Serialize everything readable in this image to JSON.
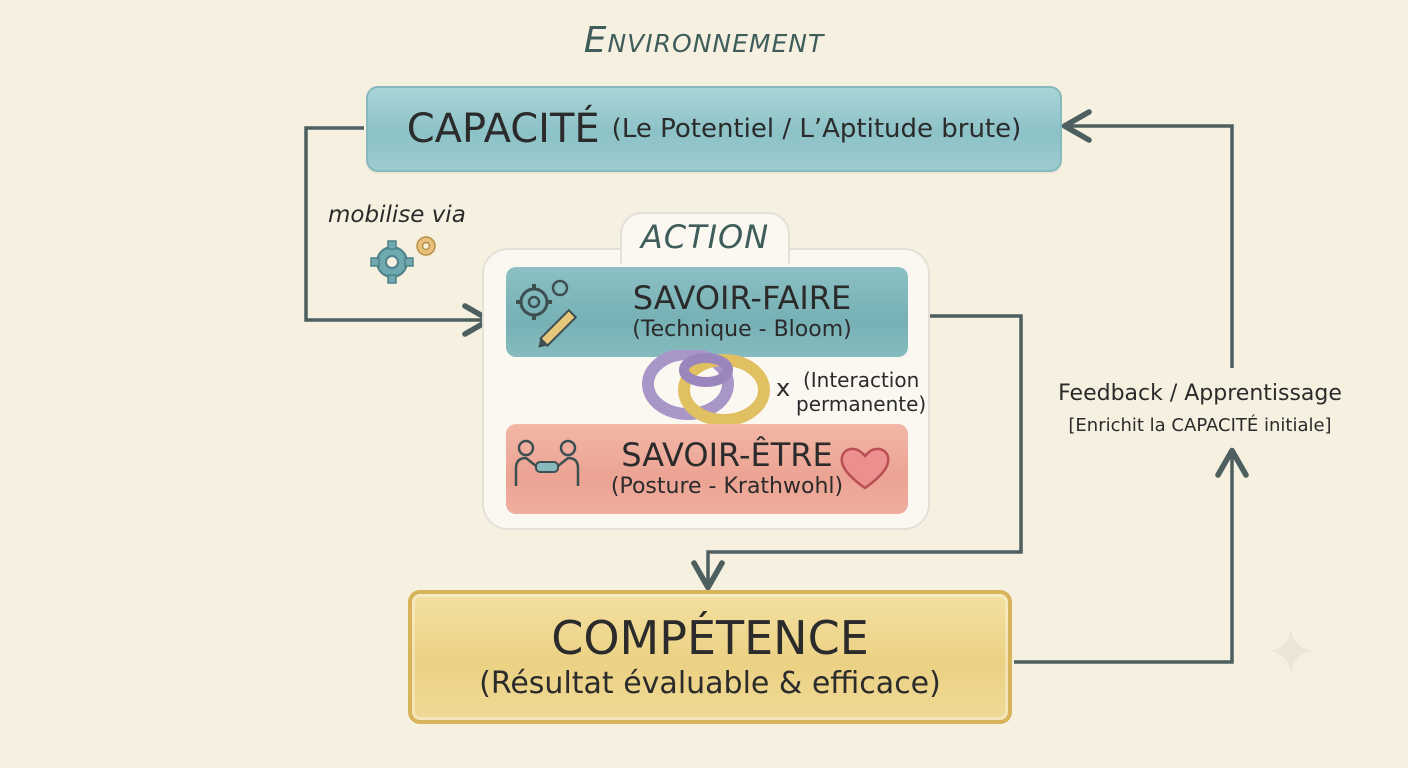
{
  "environment": {
    "title": "Environnement"
  },
  "capacite": {
    "title": "CAPACITÉ",
    "subtitle": "(Le Potentiel / L’Aptitude brute)"
  },
  "mobilise": {
    "label": "mobilise via",
    "icon": "gears-icon"
  },
  "action": {
    "title": "ACTION",
    "savoir_faire": {
      "title": "SAVOIR-FAIRE",
      "subtitle": "(Technique - Bloom)",
      "icon": "gears-pencil-icon"
    },
    "savoir_etre": {
      "title": "SAVOIR-ÊTRE",
      "subtitle": "(Posture - Krathwohl)",
      "icon": "handshake-icon",
      "icon2": "heart-icon"
    },
    "interaction": {
      "symbol": "x",
      "line1": "(Interaction",
      "line2": "permanente)"
    }
  },
  "competence": {
    "title": "COMPÉTENCE",
    "subtitle": "(Résultat évaluable & efficace)"
  },
  "feedback": {
    "title": "Feedback / Apprentissage",
    "subtitle": "[Enrichit la CAPACITÉ initiale]"
  },
  "colors": {
    "capacite": "#8cc2c7",
    "savoir_faire": "#76b1b5",
    "savoir_etre": "#eca393",
    "competence": "#ebd183",
    "arrows": "#4d5f5f",
    "background": "#f6f0e1"
  }
}
